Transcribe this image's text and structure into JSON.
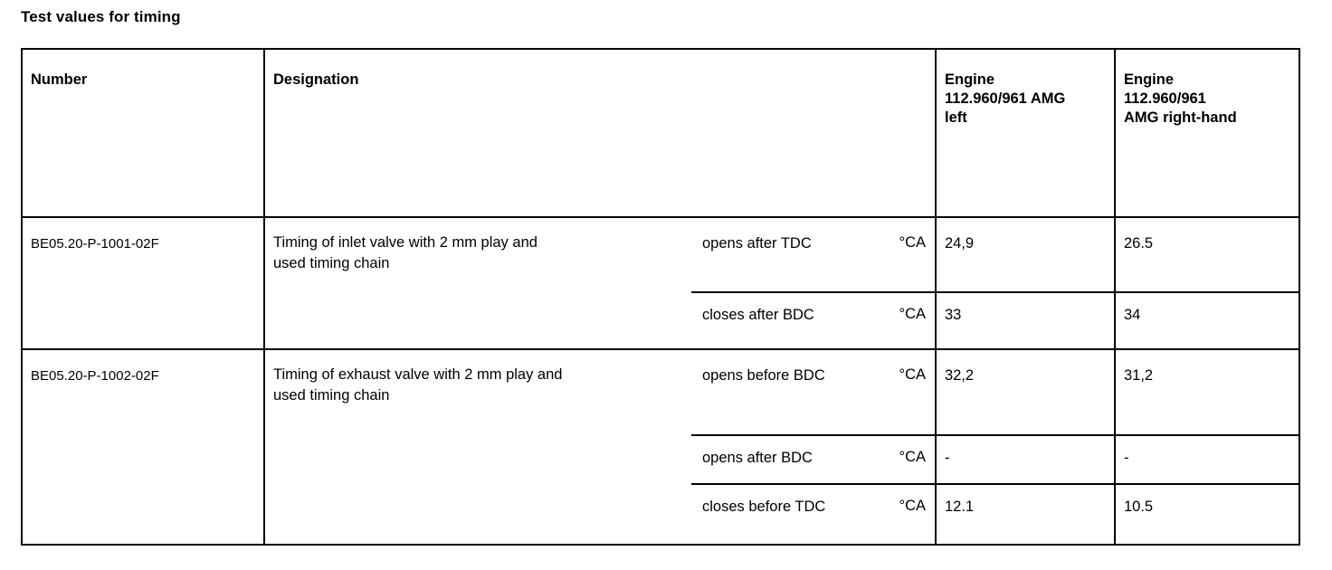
{
  "document": {
    "title": "Test values for timing"
  },
  "table": {
    "columns": {
      "number": "Number",
      "designation": "Designation",
      "engine_left": "Engine\n112.960/961 AMG\nleft",
      "engine_right": "Engine\n112.960/961\nAMG right-hand"
    },
    "header": {
      "number": "Number",
      "designation": "Designation",
      "engine_left_line1": "Engine",
      "engine_left_line2": "112.960/961 AMG",
      "engine_left_line3": "left",
      "engine_right_line1": "Engine",
      "engine_right_line2": "112.960/961",
      "engine_right_line3": "AMG right-hand"
    },
    "groups": [
      {
        "number": "BE05.20-P-1001-02F",
        "designation_line1": "Timing of inlet valve with 2 mm play and",
        "designation_line2": "used timing chain",
        "rows": [
          {
            "label": "opens after TDC",
            "unit": "°CA",
            "engine_left": "24,9",
            "engine_right": "26.5"
          },
          {
            "label": "closes after BDC",
            "unit": "°CA",
            "engine_left": "33",
            "engine_right": "34"
          }
        ]
      },
      {
        "number": "BE05.20-P-1002-02F",
        "designation_line1": "Timing of exhaust valve with 2 mm play and",
        "designation_line2": "used timing chain",
        "rows": [
          {
            "label": "opens before BDC",
            "unit": "°CA",
            "engine_left": "32,2",
            "engine_right": "31,2"
          },
          {
            "label": "opens after BDC",
            "unit": "°CA",
            "engine_left": "-",
            "engine_right": "-"
          },
          {
            "label": "closes before TDC",
            "unit": "°CA",
            "engine_left": "12.1",
            "engine_right": "10.5"
          }
        ]
      }
    ]
  },
  "colors": {
    "background": "#ffffff",
    "text": "#000000",
    "border": "#000000"
  }
}
